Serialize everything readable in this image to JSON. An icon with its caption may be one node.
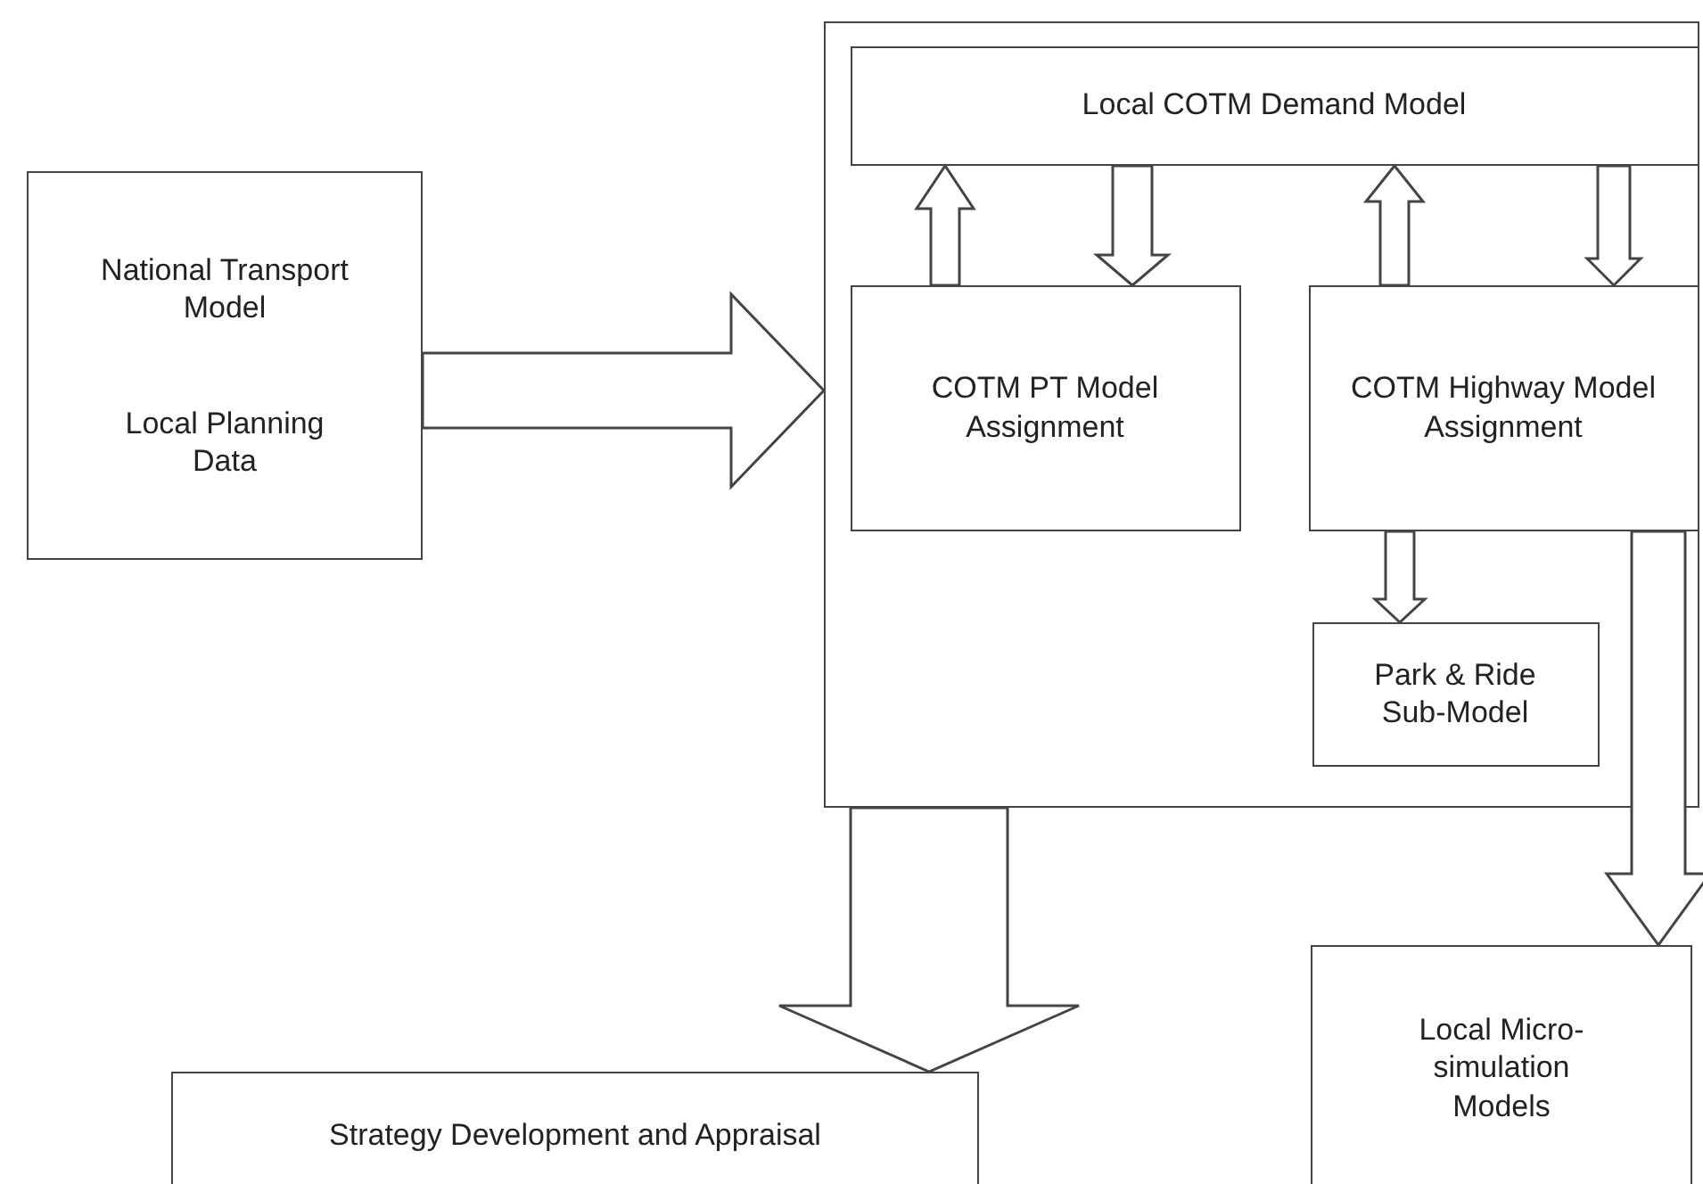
{
  "diagram": {
    "nodes": [
      {
        "text": [
          "National Transport Model",
          "Local Planning Data"
        ]
      },
      {
        "text": [],
        "shape": "box"
      },
      {
        "text": [
          "Local COTM Demand Model"
        ],
        "in": 1
      },
      {
        "text": [
          "COTM PT Model Assignment"
        ],
        "in": 1
      },
      {
        "text": [
          "COTM Highway Model Assignment"
        ],
        "in": 1
      },
      {
        "text": [
          "Park & Ride Sub-Model"
        ],
        "in": 1
      },
      {
        "text": [
          "Strategy Development and Appraisal"
        ]
      },
      {
        "text": [
          "Local Micro-simulation Models"
        ]
      }
    ],
    "edges": [
      {
        "from": 0,
        "to": 1,
        "arrow": "to"
      },
      {
        "from": 3,
        "to": 2,
        "arrow": "to"
      },
      {
        "from": 2,
        "to": 3,
        "arrow": "to"
      },
      {
        "from": 4,
        "to": 2,
        "arrow": "to"
      },
      {
        "from": 2,
        "to": 4,
        "arrow": "to"
      },
      {
        "from": 4,
        "to": 5,
        "arrow": "to"
      },
      {
        "from": 1,
        "to": 6,
        "arrow": "to"
      },
      {
        "from": 4,
        "to": 7,
        "arrow": "to"
      }
    ]
  }
}
